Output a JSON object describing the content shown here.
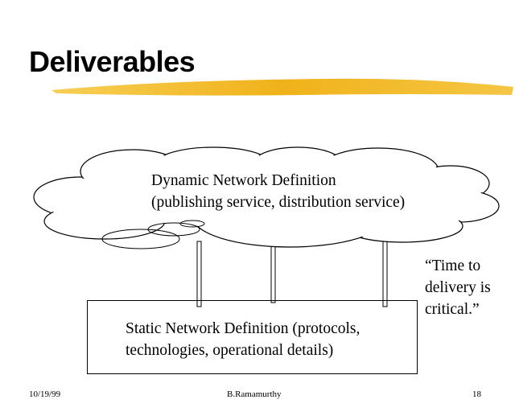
{
  "title": "Deliverables",
  "cloud": {
    "line1": "Dynamic Network Definition",
    "line2": "(publishing service, distribution service)"
  },
  "box": {
    "line1": "Static Network Definition (protocols,",
    "line2": "technologies, operational details)"
  },
  "quote": {
    "line1": "“Time to",
    "line2": "delivery is",
    "line3": "critical.”"
  },
  "footer": {
    "date": "10/19/99",
    "author": "B.Ramamurthy",
    "page": "18"
  },
  "colors": {
    "underline": "#f2b51a"
  }
}
